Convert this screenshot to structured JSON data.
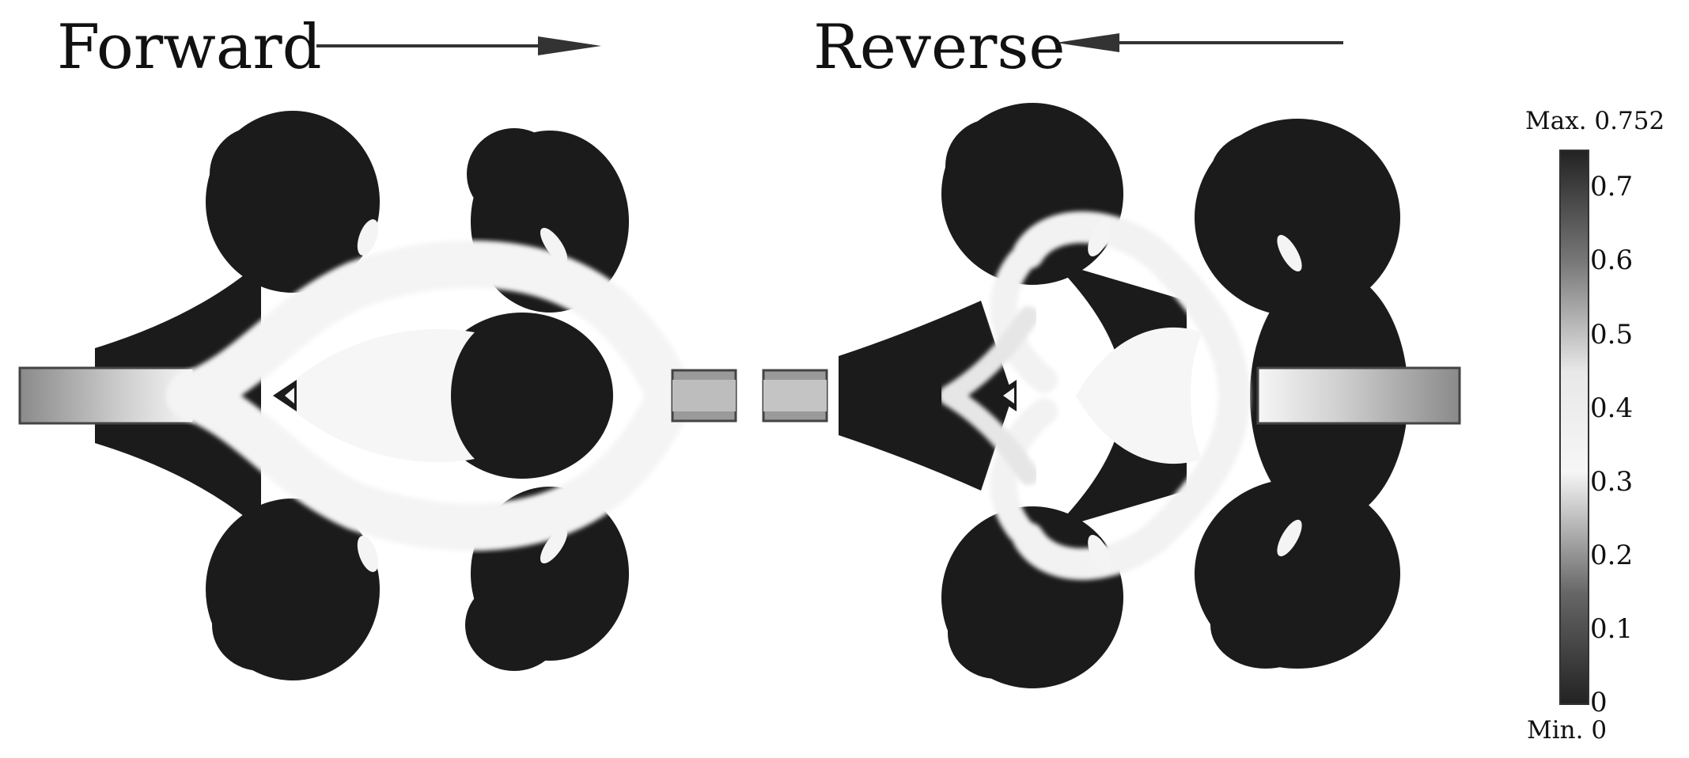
{
  "labels": {
    "forward": "Forward",
    "reverse": "Reverse"
  },
  "colorbar": {
    "max_label": "Max. 0.752",
    "min_label": "Min. 0",
    "min": 0,
    "max": 0.752,
    "ticks": [
      "0",
      "0.1",
      "0.2",
      "0.3",
      "0.4",
      "0.5",
      "0.6",
      "0.7"
    ],
    "colormap": "grayscale: dark at 0 and 0.752, white near 0.4"
  },
  "panels": [
    {
      "name": "forward",
      "flow_direction": "left-to-right"
    },
    {
      "name": "reverse",
      "flow_direction": "right-to-left"
    }
  ],
  "colors": {
    "dark": "#1b1b1b",
    "mid": "#8a8a8a",
    "light": "#f4f4f4"
  }
}
